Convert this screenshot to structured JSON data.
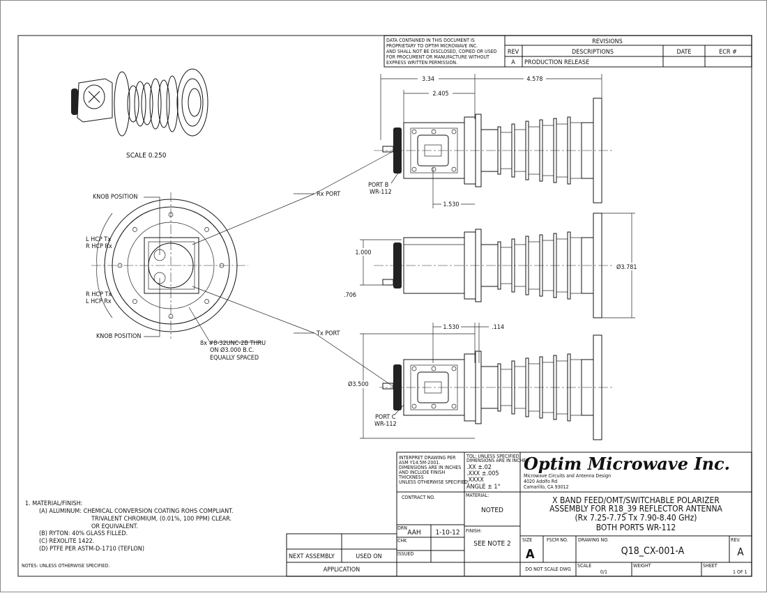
{
  "proprietary": [
    "DATA CONTAINED IN THIS DOCUMENT IS",
    "PROPRIETARY TO OPTIM MICROWAVE INC.",
    "AND SHALL NOT BE DISCLOSED, COPIED OR USED",
    "FOR PROCUMENT OR MANUFACTURE WITHOUT",
    "EXPRESS WRITTEN PERMISSION."
  ],
  "revisions": {
    "title": "REVISIONS",
    "headers": {
      "rev": "REV",
      "desc": "DESCRIPTIONS",
      "date": "DATE",
      "ecr": "ECR #"
    },
    "rows": [
      {
        "rev": "A",
        "desc": "PRODUCTION RELEASE",
        "date": "",
        "ecr": ""
      }
    ]
  },
  "iso_view": {
    "scale_label": "SCALE  0.250"
  },
  "front_view": {
    "knob_top": "KNOB POSITION",
    "knob_bottom": "KNOB POSITION",
    "lhcp_tx": "L HCP Tx",
    "rhcp_rx": "R HCP Rx",
    "rhcp_tx": "R HCP Tx",
    "lhcp_rx": "L HCP Rx",
    "holes_note": [
      "8x #8-32UNC-2B THRU",
      "ON Ø3.000 B.C.",
      "EQUALLY SPACED"
    ],
    "rx_port": "Rx PORT",
    "tx_port": "Tx PORT"
  },
  "dimensions": {
    "d334": "3.34",
    "d2405": "2.405",
    "d4578": "4.578",
    "d1530a": "1.530",
    "port_b": [
      "PORT B",
      "WR-112"
    ],
    "d1000": "1.000",
    "d706": ".706",
    "d3781": "Ø3.781",
    "d1530b": "1.530",
    "d114": ".114",
    "d3500": "Ø3.500",
    "port_c": [
      "PORT C",
      "WR-112"
    ]
  },
  "notes": {
    "lines": [
      "1. MATERIAL/FINISH:",
      "(A) ALUMINUM: CHEMICAL CONVERSION COATING ROHS COMPLIANT.",
      "TRIVALENT CHROMIUM, (0.01%, 100 PPM) CLEAR.",
      "OR EQUIVALENT.",
      "(B) RYTON: 40% GLASS FILLED.",
      "(C) REXOLITE 1422.",
      "(D) PTFE PER ASTM-D-1710 (TEFLON)"
    ],
    "footer": "NOTES: UNLESS OTHERWISE SPECIFIED."
  },
  "application": {
    "next_assembly": "NEXT ASSEMBLY",
    "used_on": "USED ON",
    "title": "APPLICATION"
  },
  "title_block": {
    "interpret": [
      "INTERPRET DRAWING PER",
      "ASM Y14.5M-2001.",
      "DIMENSIONS ARE IN INCHES",
      "AND INCLUDE FINISH",
      "THICKNESS",
      "UNLESS OTHERWISE SPECIFIED."
    ],
    "tolerance": [
      "TOL: UNLESS SPECIFIED",
      "DIMENSIONS ARE IN INCHES.",
      ".XX    ±.02",
      ".XXX    ±.005",
      ".XXXX",
      "ANGLE  ± 1°"
    ],
    "company": "Optim Microwave Inc.",
    "company_sub": [
      "Microwave Circuits and Antenna Design",
      "4020 Adolfo Rd",
      "Camarillo, CA 93012"
    ],
    "contract_label": "CONTRACT NO.",
    "material_label": "MATERIAL:",
    "material": "NOTED",
    "finish_label": "FINISH:",
    "finish": "SEE NOTE 2",
    "drn_label": "DRN",
    "drn": "AAH",
    "drn_date": "1-10-12",
    "chk_label": "CHK",
    "issued_label": "ISSUED",
    "title": [
      "X BAND FEED/OMT/SWITCHABLE POLARIZER",
      "ASSEMBLY FOR R18_39 REFLECTOR ANTENNA",
      "(Rx 7.25-7.75 Tx 7.90-8.40 GHz)",
      "BOTH PORTS WR-112"
    ],
    "size_label": "SIZE",
    "size": "A",
    "fscm_label": "FSCM NO.",
    "drawing_no_label": "DRAWING NO.",
    "drawing_no": "Q18_CX-001-A",
    "rev_label": "REV.",
    "rev": "A",
    "do_not_scale": "DO NOT SCALE DWG",
    "scale_label": "SCALE",
    "scale": "0/1",
    "weight_label": "WEIGHT",
    "sheet_label": "SHEET",
    "sheet": "1 OF 1"
  }
}
